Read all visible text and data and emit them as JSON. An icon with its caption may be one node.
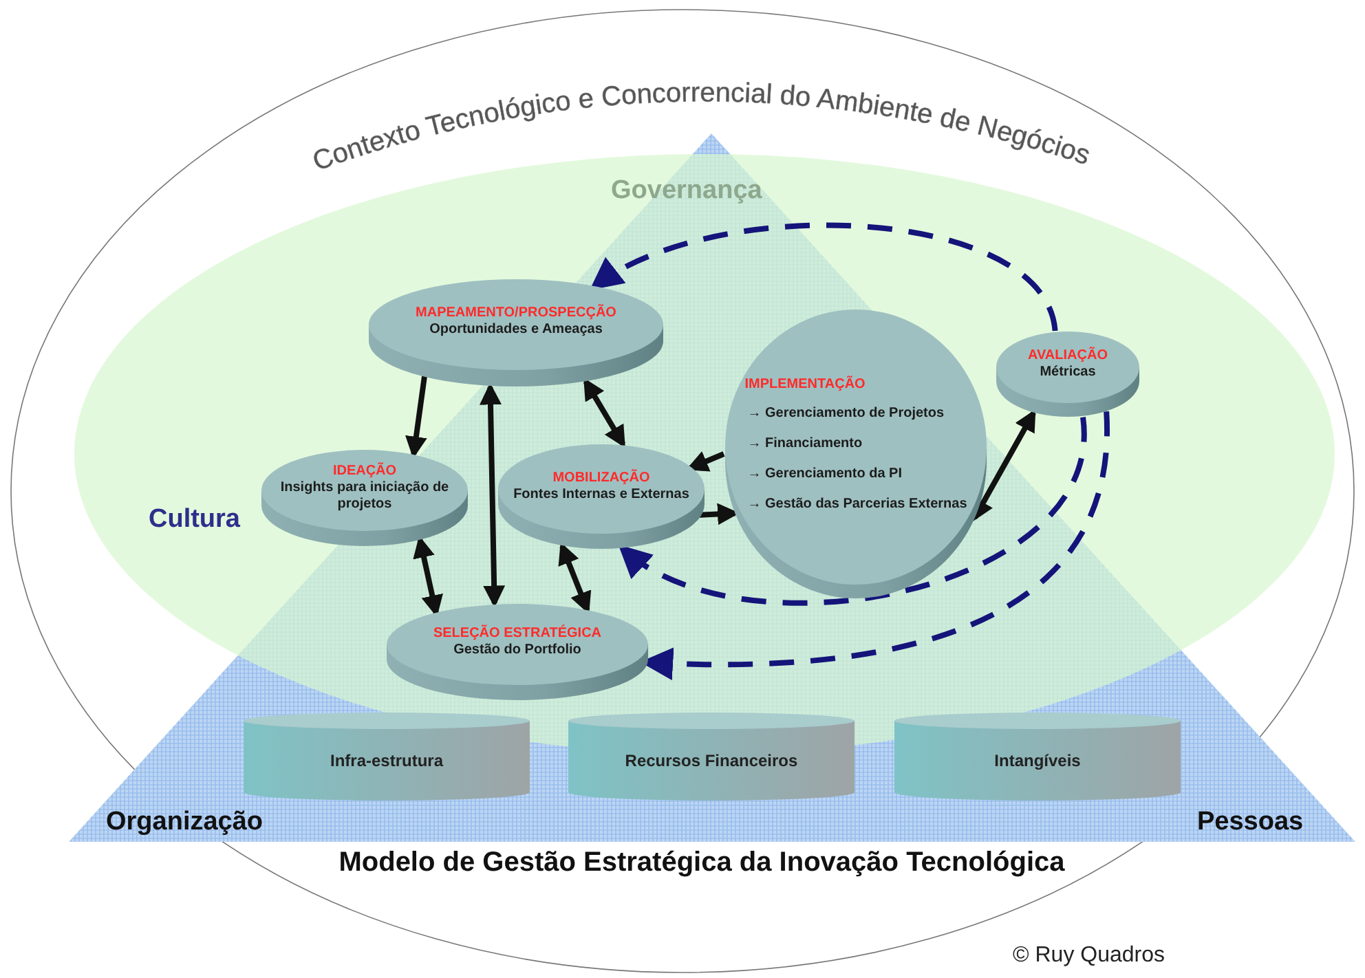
{
  "diagram": {
    "title": "Modelo de Gestão Estratégica da Inovação Tecnológica",
    "nodes": [
      {
        "text": [
          "MAPEAMENTO/PROSPECÇÃO",
          "Oportunidades e Ameaças"
        ]
      },
      {
        "text": [
          "IDEAÇÃO",
          "Insights para iniciação de projetos"
        ]
      },
      {
        "text": [
          "MOBILIZAÇÃO",
          "Fontes Internas e Externas"
        ]
      },
      {
        "text": [
          "IMPLEMENTAÇÃO",
          "→ Gerenciamento de Projetos",
          "→ Financiamento",
          "→ Gerenciamento da PI",
          "→ Gestão das Parcerias Externas"
        ]
      },
      {
        "text": [
          "AVALIAÇÃO",
          "Métricas"
        ]
      },
      {
        "text": [
          "SELEÇÃO ESTRATÉGICA",
          "Gestão do Portfolio"
        ]
      },
      {
        "text": [
          "Infra-estrutura"
        ]
      },
      {
        "text": [
          "Recursos Financeiros"
        ]
      },
      {
        "text": [
          "Intangíveis"
        ]
      }
    ],
    "edges": [
      {
        "from": 0,
        "to": 1,
        "arrow": "to"
      },
      {
        "from": 0,
        "to": 5,
        "arrow": "both"
      },
      {
        "from": 0,
        "to": 2,
        "arrow": "both"
      },
      {
        "from": 1,
        "to": 5,
        "arrow": "both"
      },
      {
        "from": 2,
        "to": 5,
        "arrow": "both"
      },
      {
        "from": 3,
        "to": 2,
        "arrow": "to"
      },
      {
        "from": 2,
        "to": 3,
        "arrow": "to"
      },
      {
        "from": 3,
        "to": 4,
        "arrow": "both"
      },
      {
        "from": 4,
        "to": 0,
        "arrow": "to",
        "style": "dashed",
        "color": "#14147a"
      },
      {
        "from": 4,
        "to": 2,
        "arrow": "to",
        "style": "dashed",
        "color": "#14147a"
      },
      {
        "from": 4,
        "to": 5,
        "arrow": "to",
        "style": "dashed",
        "color": "#14147a"
      }
    ],
    "labels": [
      "Contexto Tecnológico e Concorrencial do Ambiente de Negócios",
      "Governança",
      "Cultura",
      "Organização",
      "Pessoas",
      "© Ruy Quadros"
    ]
  }
}
